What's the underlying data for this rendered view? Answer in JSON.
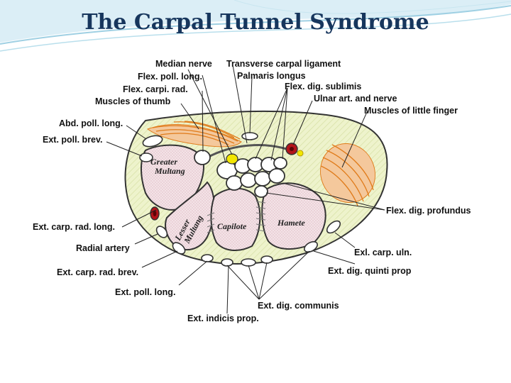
{
  "slide": {
    "title": "The Carpal Tunnel Syndrome"
  },
  "diagram": {
    "bones": {
      "greater_multang": [
        "Greater",
        "Multang"
      ],
      "lesser_multang": [
        "Lesser",
        "Multang"
      ],
      "capilote": "Capilote",
      "hamete": "Hamete"
    },
    "labels": {
      "median_nerve": "Median nerve",
      "transverse_carpal_ligament": "Transverse carpal ligament",
      "flex_poll_long": "Flex. poll. long.",
      "palmaris_longus": "Palmaris longus",
      "flex_carpi_rad": "Flex. carpi. rad.",
      "flex_dig_sublimis": "Flex. dig. sublimis",
      "muscles_of_thumb": "Muscles of thumb",
      "ulnar_art_and_nerve": "Ulnar art. and nerve",
      "muscles_of_little_finger": "Muscles of little finger",
      "abd_poll_long": "Abd. poll. long.",
      "ext_poll_brev": "Ext. poll. brev.",
      "flex_dig_profundus": "Flex. dig. profundus",
      "ext_carp_rad_long": "Ext. carp. rad. long.",
      "radial_artery": "Radial artery",
      "exl_carp_uln": "Exl. carp. uln.",
      "ext_carp_rad_brev": "Ext. carp. rad. brev.",
      "ext_dig_quinti_prop": "Ext. dig. quinti prop",
      "ext_poll_long": "Ext. poll. long.",
      "ext_dig_communis": "Ext. dig. communis",
      "ext_indicis_prop": "Ext. indicis prop."
    },
    "colors": {
      "muscle": "#e07b1a",
      "nerve": "#f2e600",
      "artery": "#b3141a",
      "outline": "#333333",
      "bone_fill": "#f2dde2",
      "tissue_fill": "#eef3cc",
      "title": "#17365d"
    }
  }
}
